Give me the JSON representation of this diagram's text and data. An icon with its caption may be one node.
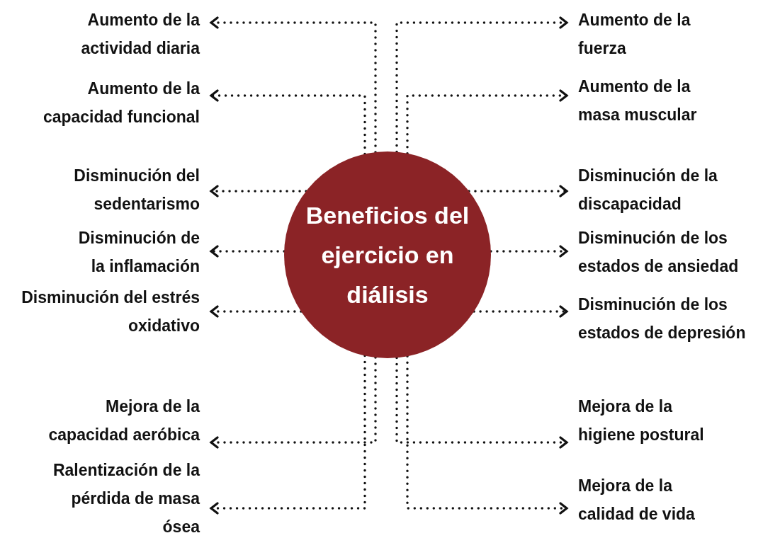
{
  "diagram": {
    "nodes": [
      {
        "text": [
          "Beneficios del ejercicio en diálisis"
        ]
      },
      {
        "text": [
          "Aumento de la actividad diaria"
        ]
      },
      {
        "text": [
          "Aumento de la capacidad funcional"
        ]
      },
      {
        "text": [
          "Disminución del sedentarismo"
        ]
      },
      {
        "text": [
          "Disminución de la inflamación"
        ]
      },
      {
        "text": [
          "Disminución del estrés oxidativo"
        ]
      },
      {
        "text": [
          "Mejora de la capacidad aeróbica"
        ]
      },
      {
        "text": [
          "Ralentización de la pérdida de masa ósea"
        ]
      },
      {
        "text": [
          "Aumento de la fuerza"
        ]
      },
      {
        "text": [
          "Aumento de la masa muscular"
        ]
      },
      {
        "text": [
          "Disminución de la discapacidad"
        ]
      },
      {
        "text": [
          "Disminución de los estados de ansiedad"
        ]
      },
      {
        "text": [
          "Disminución de los estados de depresión"
        ]
      },
      {
        "text": [
          "Mejora de la higiene postural"
        ]
      },
      {
        "text": [
          "Mejora de la calidad de vida"
        ]
      }
    ],
    "edges": [
      {
        "from": 0,
        "to": 1,
        "arrow": "to"
      },
      {
        "from": 0,
        "to": 2,
        "arrow": "to"
      },
      {
        "from": 0,
        "to": 3,
        "arrow": "to"
      },
      {
        "from": 0,
        "to": 4,
        "arrow": "to"
      },
      {
        "from": 0,
        "to": 5,
        "arrow": "to"
      },
      {
        "from": 0,
        "to": 6,
        "arrow": "to"
      },
      {
        "from": 0,
        "to": 7,
        "arrow": "to"
      },
      {
        "from": 0,
        "to": 8,
        "arrow": "to"
      },
      {
        "from": 0,
        "to": 9,
        "arrow": "to"
      },
      {
        "from": 0,
        "to": 10,
        "arrow": "to"
      },
      {
        "from": 0,
        "to": 11,
        "arrow": "to"
      },
      {
        "from": 0,
        "to": 12,
        "arrow": "to"
      },
      {
        "from": 0,
        "to": 13,
        "arrow": "to"
      },
      {
        "from": 0,
        "to": 14,
        "arrow": "to"
      }
    ]
  }
}
